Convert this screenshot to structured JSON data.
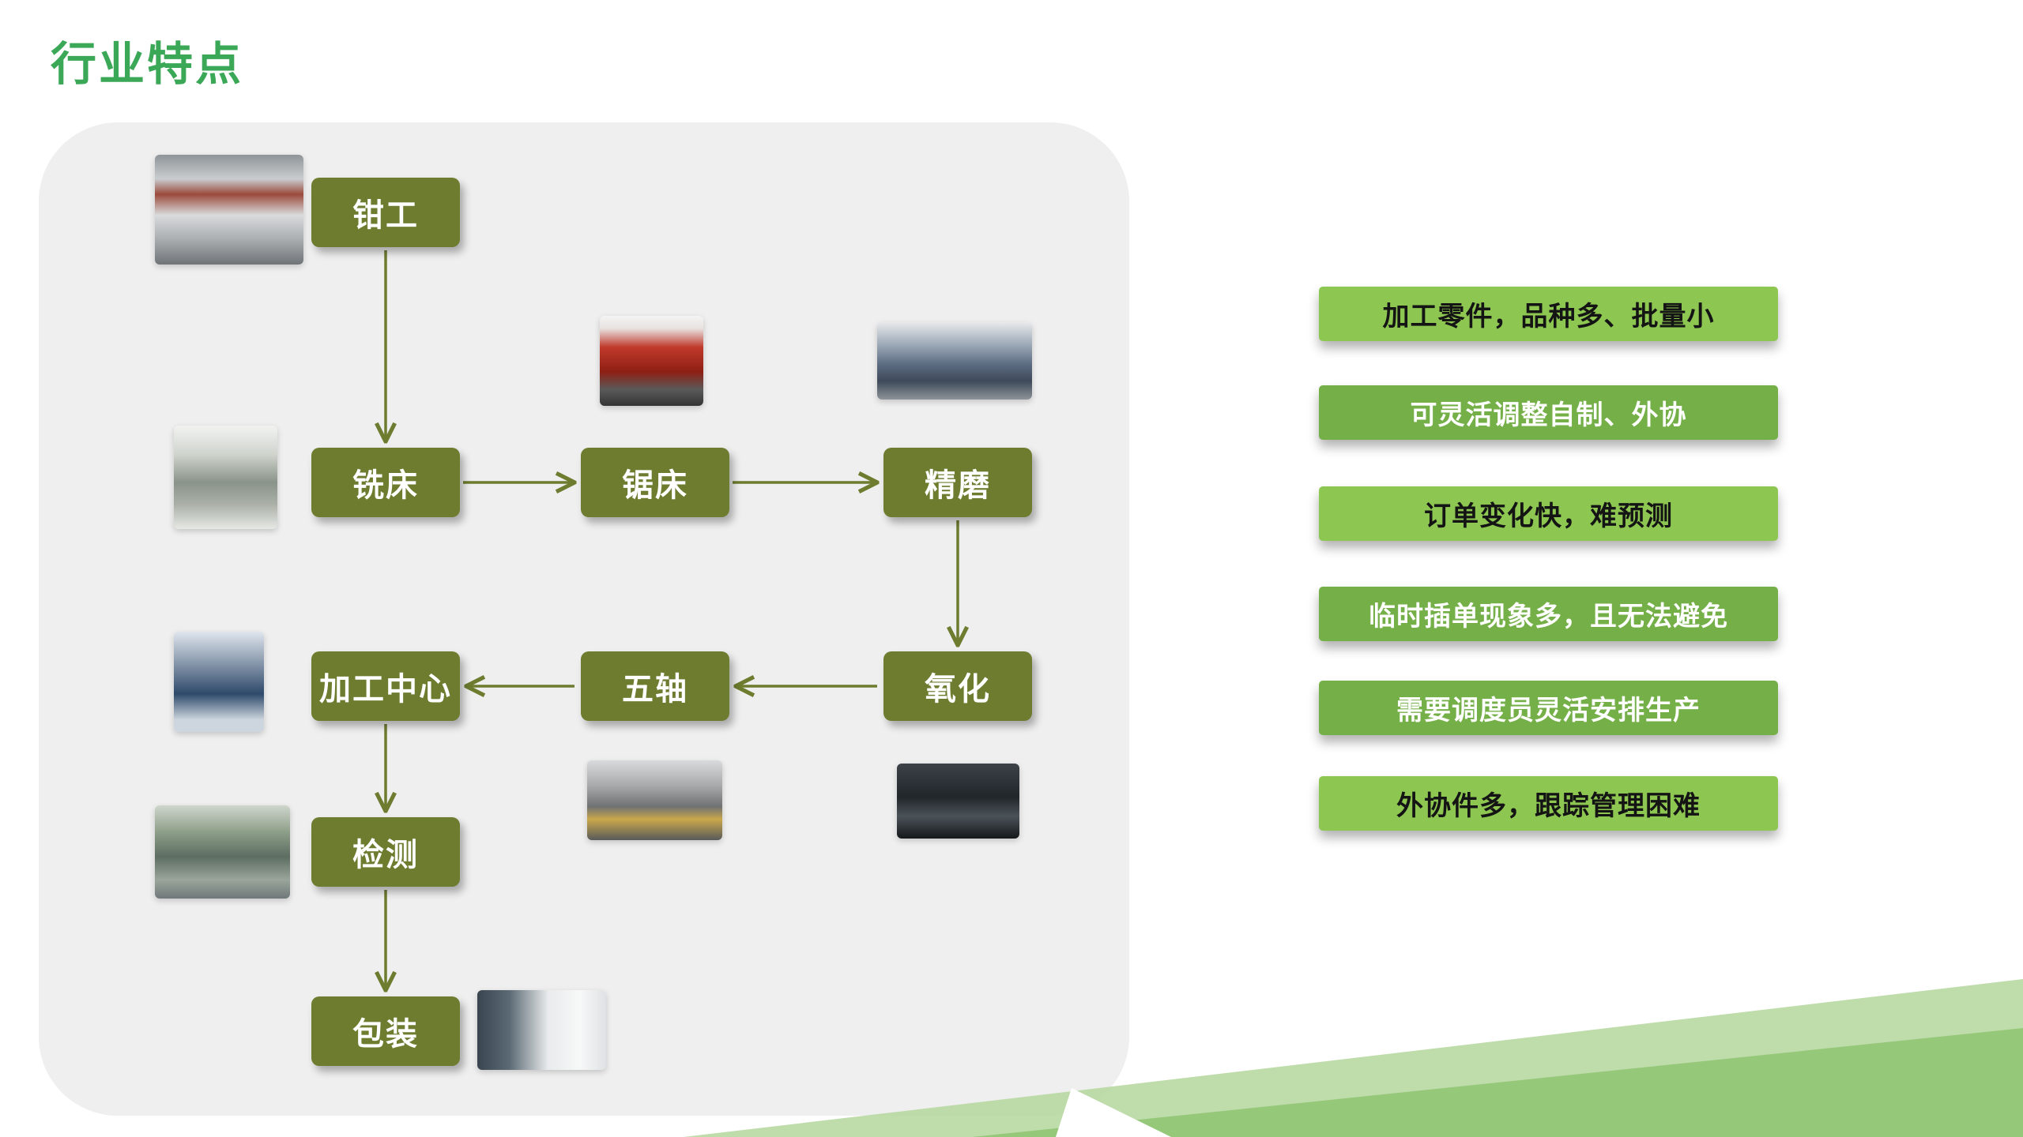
{
  "page": {
    "title": "行业特点"
  },
  "flowchart": {
    "nodes": [
      {
        "id": "benchwork",
        "label": "钳工"
      },
      {
        "id": "milling-machine",
        "label": "铣床"
      },
      {
        "id": "saw-machine",
        "label": "锯床"
      },
      {
        "id": "fine-grinding",
        "label": "精磨"
      },
      {
        "id": "oxidation",
        "label": "氧化"
      },
      {
        "id": "five-axis",
        "label": "五轴"
      },
      {
        "id": "machining-center",
        "label": "加工中心"
      },
      {
        "id": "inspection",
        "label": "检测"
      },
      {
        "id": "packaging",
        "label": "包装"
      }
    ],
    "edges": [
      [
        "钳工",
        "铣床"
      ],
      [
        "铣床",
        "锯床"
      ],
      [
        "锯床",
        "精磨"
      ],
      [
        "精磨",
        "氧化"
      ],
      [
        "氧化",
        "五轴"
      ],
      [
        "五轴",
        "加工中心"
      ],
      [
        "加工中心",
        "检测"
      ],
      [
        "检测",
        "包装"
      ]
    ],
    "photos": [
      {
        "name": "benchwork-machine-photo"
      },
      {
        "name": "saw-machine-photo"
      },
      {
        "name": "grinding-machines-photo"
      },
      {
        "name": "milling-machine-photo"
      },
      {
        "name": "machining-center-photo"
      },
      {
        "name": "five-axis-machine-photo"
      },
      {
        "name": "oxidation-workshop-photo"
      },
      {
        "name": "inspection-machine-photo"
      },
      {
        "name": "packaging-worker-photo"
      }
    ]
  },
  "bullets": [
    {
      "label": "加工零件，品种多、批量小",
      "variant": "light"
    },
    {
      "label": "可灵活调整自制、外协",
      "variant": "dark"
    },
    {
      "label": "订单变化快，难预测",
      "variant": "light"
    },
    {
      "label": "临时插单现象多，且无法避免",
      "variant": "dark"
    },
    {
      "label": "需要调度员灵活安排生产",
      "variant": "dark"
    },
    {
      "label": "外协件多，跟踪管理困难",
      "variant": "light"
    }
  ],
  "colors": {
    "title_green": "#3aa857",
    "node_olive": "#6d7c2f",
    "arrow_olive": "#6d7c2f",
    "bar_light_green": "#8dc751",
    "bar_dark_green": "#74af48",
    "panel_gray": "#efefef",
    "ribbon_light": "#b4d69c",
    "ribbon_dark": "#8ec471"
  }
}
